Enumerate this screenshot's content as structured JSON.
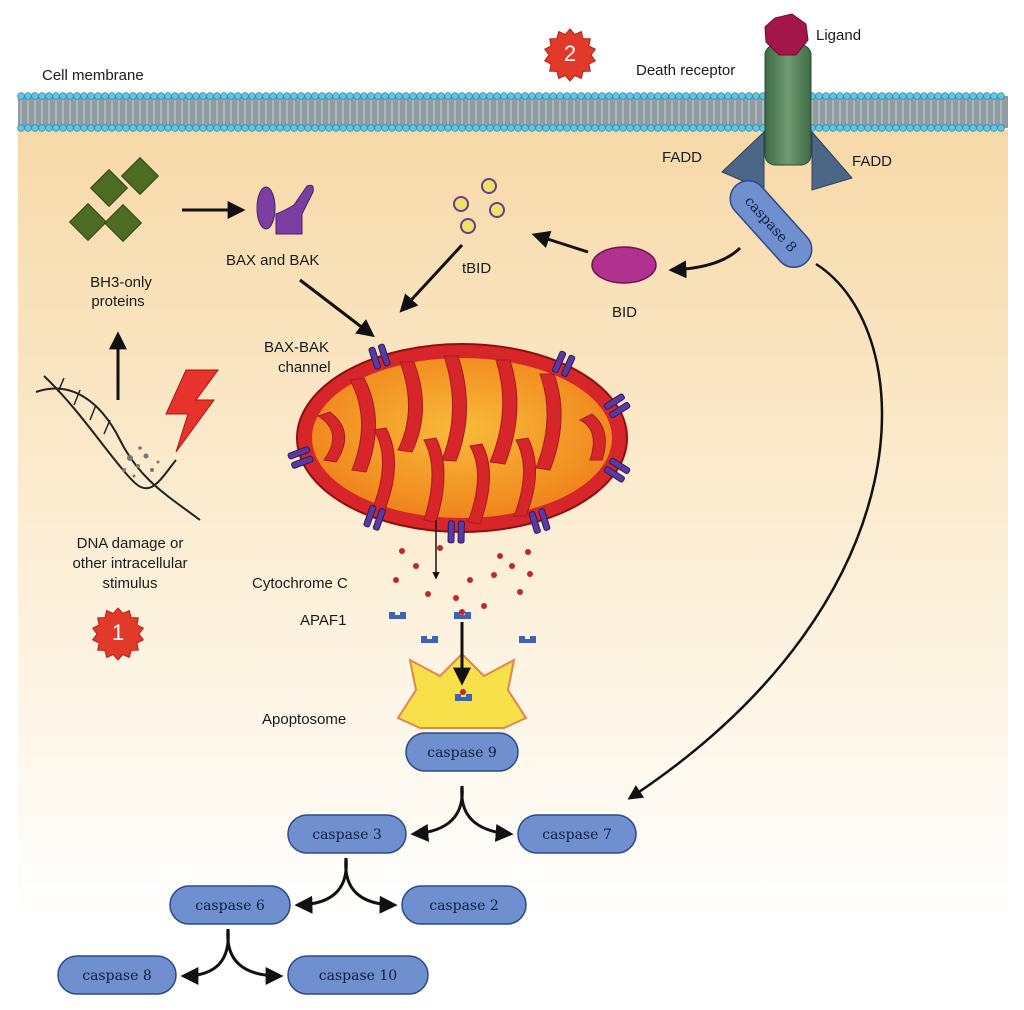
{
  "labels": {
    "cell_membrane": "Cell membrane",
    "ligand": "Ligand",
    "death_receptor": "Death receptor",
    "fadd_left": "FADD",
    "fadd_right": "FADD",
    "bh3_line1": "BH3-only",
    "bh3_line2": "proteins",
    "bax_bak": "BAX and BAK",
    "tbid": "tBID",
    "bid": "BID",
    "channel_line1": "BAX-BAK",
    "channel_line2": "channel",
    "dna_line1": "DNA damage or",
    "dna_line2": "other intracellular",
    "dna_line3": "stimulus",
    "cytochrome": "Cytochrome C",
    "apaf1": "APAF1",
    "apoptosome": "Apoptosome"
  },
  "badges": {
    "one": "1",
    "two": "2"
  },
  "caspases": {
    "c8_receptor": "caspase 8",
    "c9": "caspase 9",
    "c3": "caspase 3",
    "c7": "caspase 7",
    "c6": "caspase 6",
    "c2": "caspase 2",
    "c8": "caspase 8",
    "c10": "caspase 10"
  },
  "colors": {
    "cytoplasm": "#fbe7c3",
    "membrane_heads": "#5ec7e8",
    "mitochondrion_outer": "#d6262a",
    "mitochondrion_inner": "#f39a1e",
    "receptor": "#4f7a55",
    "ligand": "#a3164a",
    "fadd": "#4c6688",
    "caspase": "#6f8fcf",
    "bh3": "#4e6b24",
    "bax_bak": "#7b3fa1",
    "bid": "#b0328e",
    "badge": "#e23a2a",
    "apoptosome": "#f7e04a"
  }
}
